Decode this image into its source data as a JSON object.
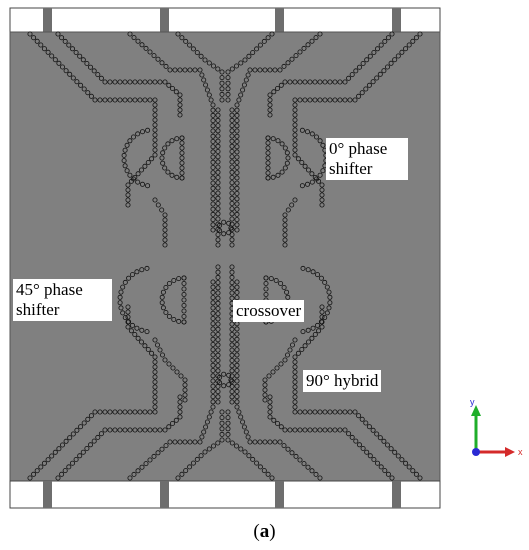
{
  "labels": {
    "phase_0_line1": "0° phase",
    "phase_0_line2": "shifter",
    "phase_45_line1": "45° phase",
    "phase_45_line2": "shifter",
    "crossover": "crossover",
    "hybrid_90": "90° hybrid"
  },
  "caption": {
    "open": "(",
    "letter": "a",
    "close": ")"
  },
  "axes": {
    "y": "y",
    "x": "x",
    "y_color": "#1fae2a",
    "x_color": "#d42a2a",
    "z_color": "#2a2ad4"
  },
  "colors": {
    "substrate": "#808080",
    "port_fill": "#ffffff",
    "via_stroke": "#111111"
  }
}
